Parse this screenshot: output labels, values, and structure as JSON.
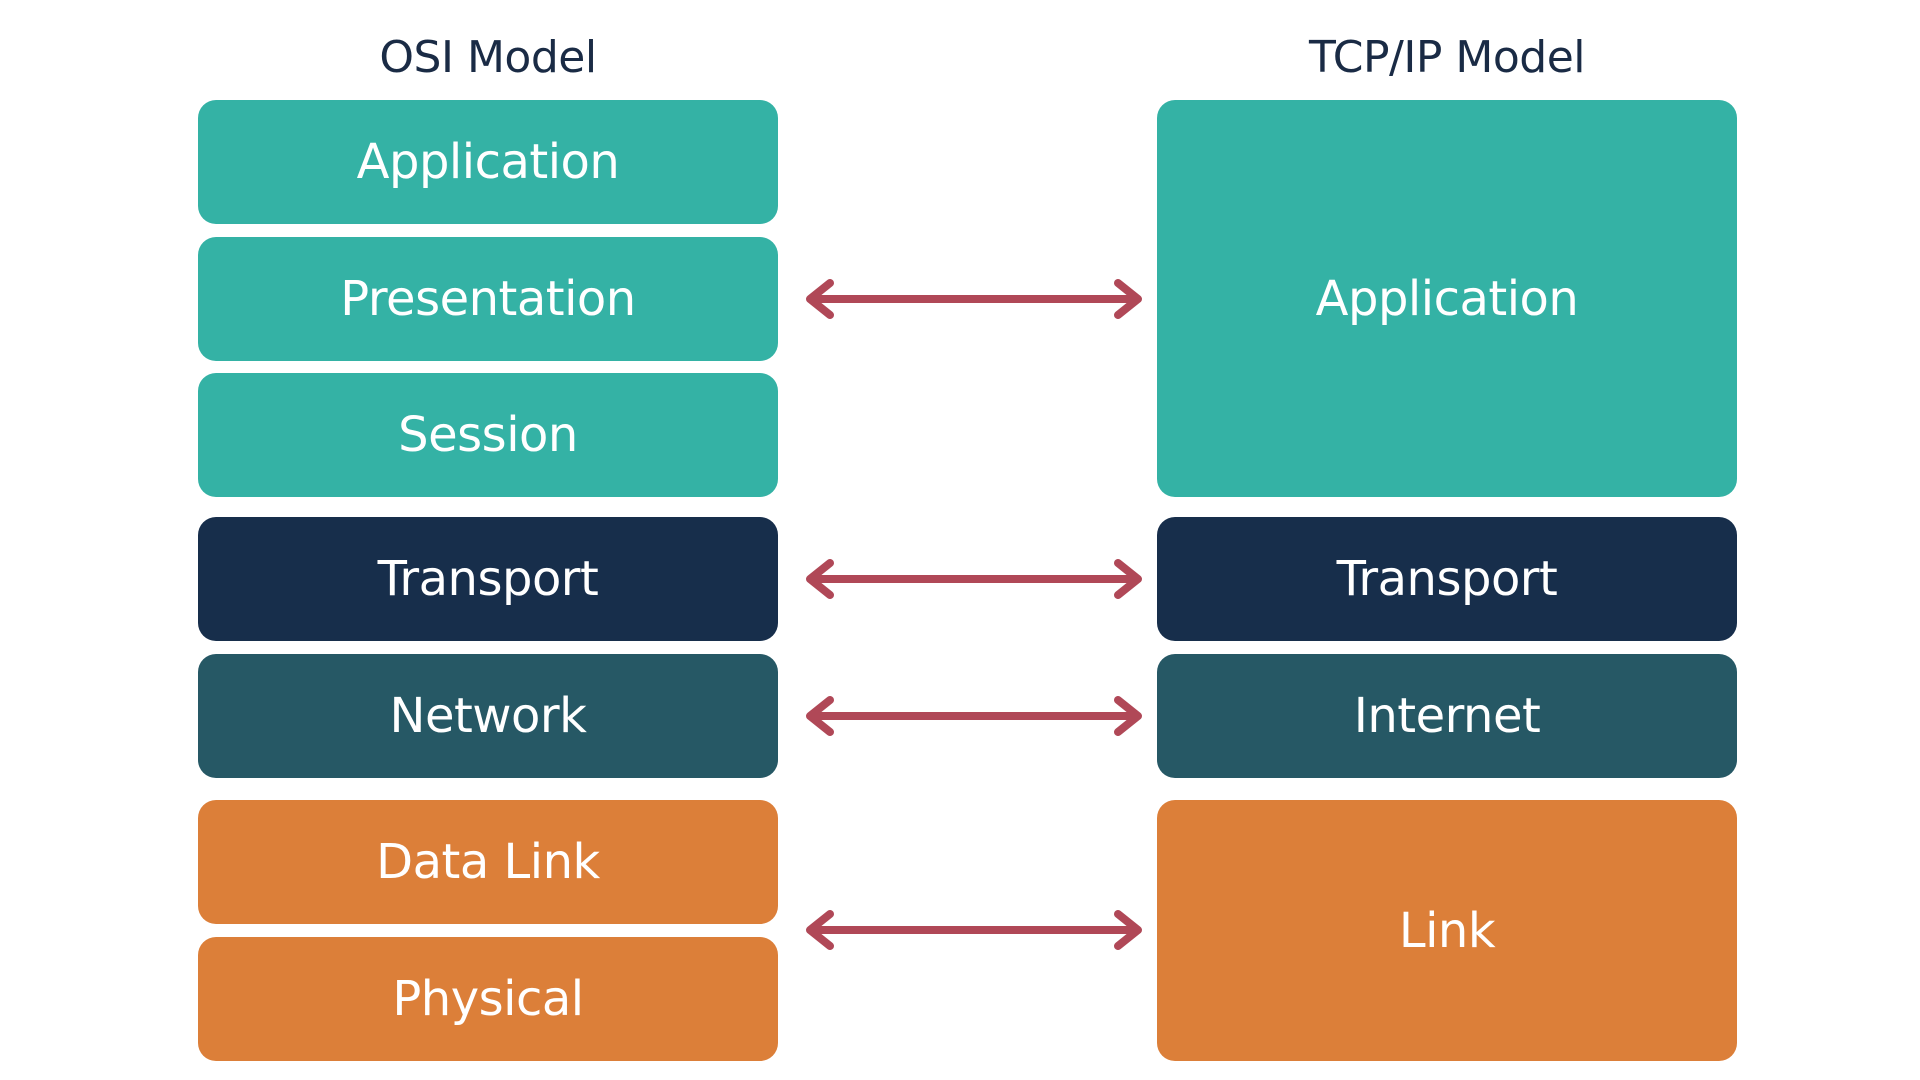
{
  "diagram": {
    "osi": {
      "title": "OSI Model",
      "layers": [
        {
          "label": "Application",
          "group": "upper"
        },
        {
          "label": "Presentation",
          "group": "upper"
        },
        {
          "label": "Session",
          "group": "upper"
        },
        {
          "label": "Transport",
          "group": "transport"
        },
        {
          "label": "Network",
          "group": "network"
        },
        {
          "label": "Data Link",
          "group": "link"
        },
        {
          "label": "Physical",
          "group": "link"
        }
      ]
    },
    "tcpip": {
      "title": "TCP/IP Model",
      "layers": [
        {
          "label": "Application",
          "group": "upper"
        },
        {
          "label": "Transport",
          "group": "transport"
        },
        {
          "label": "Internet",
          "group": "network"
        },
        {
          "label": "Link",
          "group": "link"
        }
      ]
    },
    "colors": {
      "upper": "#34b2a5",
      "transport": "#172e4b",
      "network": "#265865",
      "link": "#dc7f39",
      "arrow": "#b04857",
      "title_text": "#1a2b45",
      "layer_text": "#ffffff"
    }
  }
}
